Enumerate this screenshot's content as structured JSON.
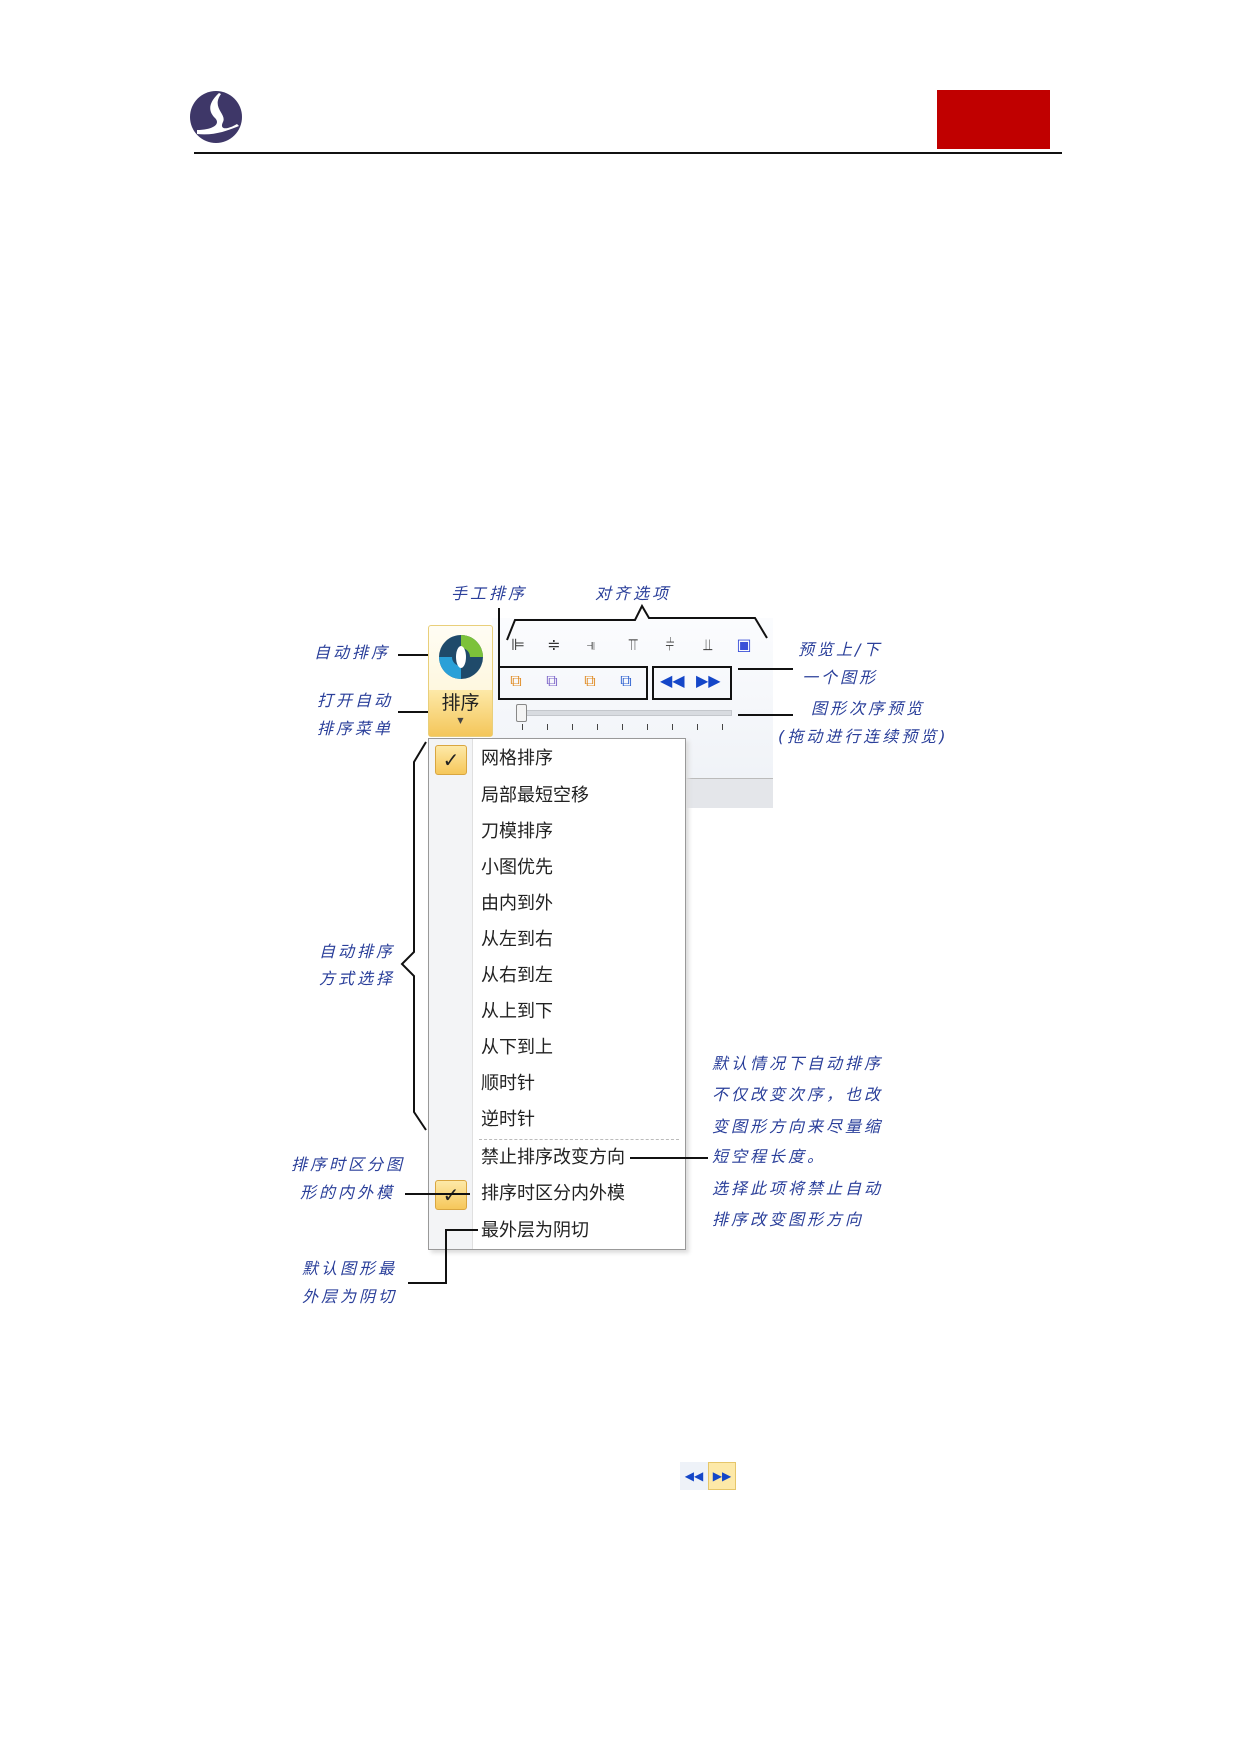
{
  "header": {
    "logo": "company-logo",
    "accent_color": "#c00000"
  },
  "diagram": {
    "auto_sort_button": {
      "label": "排序"
    },
    "menu_items": [
      {
        "label": "网格排序",
        "checked": true
      },
      {
        "label": "局部最短空移",
        "checked": false
      },
      {
        "label": "刀模排序",
        "checked": false
      },
      {
        "label": "小图优先",
        "checked": false
      },
      {
        "label": "由内到外",
        "checked": false
      },
      {
        "label": "从左到右",
        "checked": false
      },
      {
        "label": "从右到左",
        "checked": false
      },
      {
        "label": "从上到下",
        "checked": false
      },
      {
        "label": "从下到上",
        "checked": false
      },
      {
        "label": "顺时针",
        "checked": false
      },
      {
        "label": "逆时针",
        "checked": false
      },
      {
        "label": "禁止排序改变方向",
        "checked": false
      },
      {
        "label": "排序时区分内外模",
        "checked": true
      },
      {
        "label": "最外层为阴切",
        "checked": false
      }
    ],
    "check_mark": "✓",
    "annotations": {
      "manual_sort": "手工排序",
      "align_options": "对齐选项",
      "auto_sort": "自动排序",
      "open_menu_1": "打开自动",
      "open_menu_2": "排序菜单",
      "preview_1": "预览上/下",
      "preview_2": "一个图形",
      "order_preview_1": "图形次序预览",
      "order_preview_2": "(拖动进行连续预览)",
      "mode_1": "自动排序",
      "mode_2": "方式选择",
      "inner_outer_1": "排序时区分图",
      "inner_outer_2": "形的内外模",
      "outer_1": "默认图形最",
      "outer_2": "外层为阴切",
      "note": [
        "默认情况下自动排序",
        "不仅改变次序，也改",
        "变图形方向来尽量缩",
        "短空程长度。",
        "选择此项将禁止自动",
        "排序改变图形方向"
      ]
    }
  },
  "nav_icons": [
    "previous-icon",
    "next-icon"
  ]
}
